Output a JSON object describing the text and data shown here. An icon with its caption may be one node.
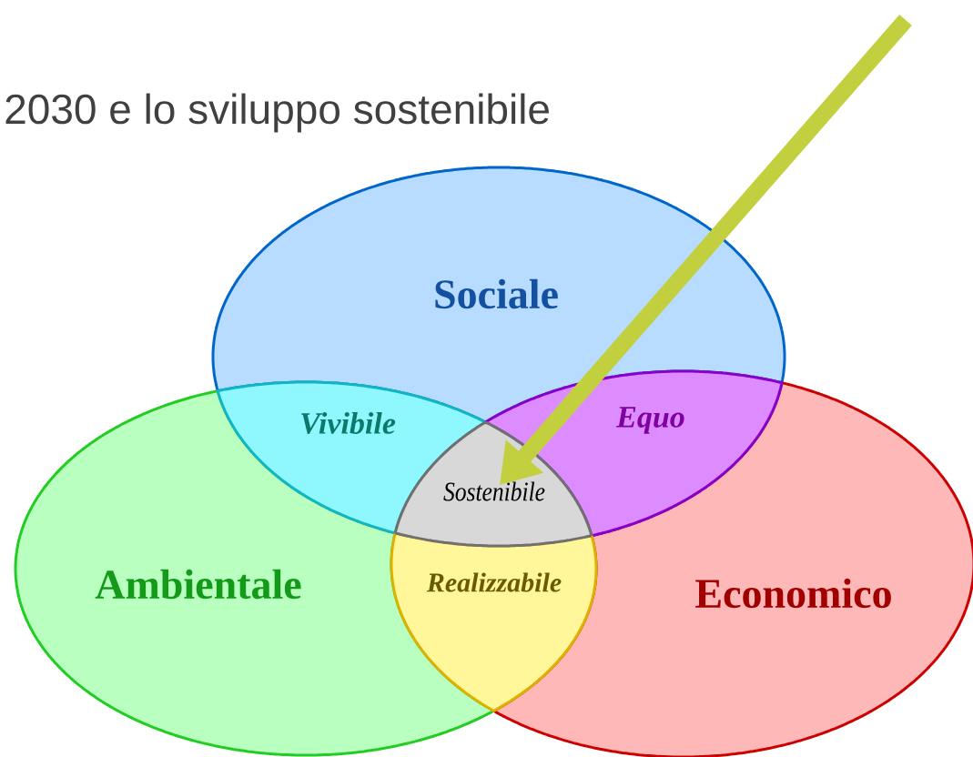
{
  "diagram": {
    "title": "2030 e lo sviluppo sostenibile",
    "nodes": [
      {
        "text": [
          "Sociale"
        ]
      },
      {
        "text": [
          "Ambientale"
        ]
      },
      {
        "text": [
          "Economico"
        ]
      },
      {
        "text": [
          "Vivibile"
        ]
      },
      {
        "text": [
          "Equo"
        ]
      },
      {
        "text": [
          "Realizzabile"
        ]
      },
      {
        "text": [
          "Sostenibile"
        ]
      }
    ],
    "edges": [
      {
        "from": null,
        "to": 6,
        "arrow": "to"
      }
    ]
  }
}
